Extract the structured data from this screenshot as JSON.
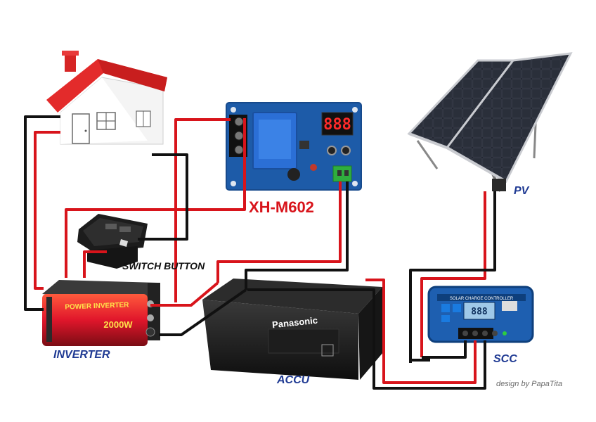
{
  "labels": {
    "module": "XH-M602",
    "pv": "PV",
    "switch_button": "SWITCH BUTTON",
    "inverter": "INVERTER",
    "accu": "ACCU",
    "scc": "SCC",
    "credit": "design by PapaTita"
  },
  "device_text": {
    "module_display": "888",
    "inverter_brand": "POWER INVERTER",
    "inverter_rating": "2000W",
    "battery_brand": "Panasonic",
    "scc_title": "SOLAR CHARGE CONTROLLER",
    "scc_display": "888"
  },
  "colors": {
    "wire_red": "#d8141b",
    "wire_black": "#111111",
    "label_blue": "#1f3a93",
    "label_red": "#d8141b",
    "module_board": "#1d5ba8",
    "scc_body": "#1e5fb0",
    "roof": "#e32b2b"
  }
}
